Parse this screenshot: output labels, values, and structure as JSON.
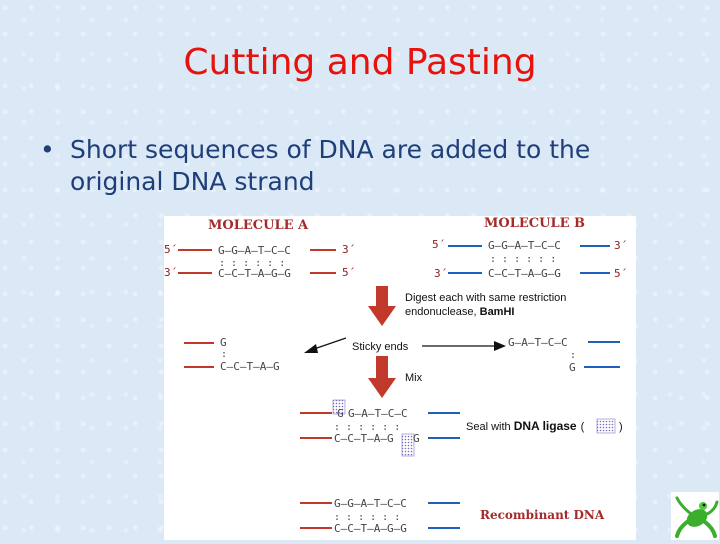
{
  "slide": {
    "title": "Cutting and Pasting",
    "bullet_symbol": "•",
    "bullet_text": "Short sequences of DNA are added to the original DNA strand"
  },
  "diagram": {
    "molecule_a_label": "MOLECULE A",
    "molecule_b_label": "MOLECULE B",
    "mol_a_top_left_end": "5´",
    "mol_a_top_seq": "G–G–A–T–C–C",
    "mol_a_top_right_end": "3´",
    "mol_a_bonds": ": : : : : :",
    "mol_a_bottom_left_end": "3´",
    "mol_a_bottom_seq": "C–C–T–A–G–G",
    "mol_a_bottom_right_end": "5´",
    "mol_b_top_left_end": "5´",
    "mol_b_top_seq": "G–G–A–T–C–C",
    "mol_b_top_right_end": "3´",
    "mol_b_bonds": ": : : : : :",
    "mol_b_bottom_left_end": "3´",
    "mol_b_bottom_seq": "C–C–T–A–G–G",
    "mol_b_bottom_right_end": "5´",
    "digest_line1": "Digest each with same restriction",
    "digest_line2_prefix": "endonuclease, ",
    "digest_line2_enzyme": "BamHI",
    "left_fragment_top": "G",
    "left_fragment_bond": ":",
    "left_fragment_bottom": "C–C–T–A–G",
    "sticky_ends_label": "Sticky ends",
    "right_fragment_top": "G–A–T–C–C",
    "right_fragment_bond": ":",
    "right_fragment_bottom": "G",
    "mix_label": "Mix",
    "annealed_top_g": "G",
    "annealed_top_seq": "G–A–T–C–C",
    "annealed_bonds": ": : : : : :",
    "annealed_bottom_seq": "C–C–T–A–G",
    "annealed_bottom_g": "G",
    "seal_prefix": "Seal with ",
    "seal_enzyme": "DNA ligase",
    "seal_open": "(",
    "seal_close": ")",
    "recombinant_top": "G–G–A–T–C–C",
    "recombinant_bonds": ": : : : : :",
    "recombinant_bottom": "C–C–T–A–G–G",
    "recombinant_label": "Recombinant DNA",
    "colors": {
      "strand": "#c0392b",
      "strand_b": "#1f5fbf",
      "arrow": "#c0392b",
      "label": "#b22222",
      "sequence": "#444444"
    }
  },
  "decor": {
    "corner_icon": "frog-icon"
  }
}
